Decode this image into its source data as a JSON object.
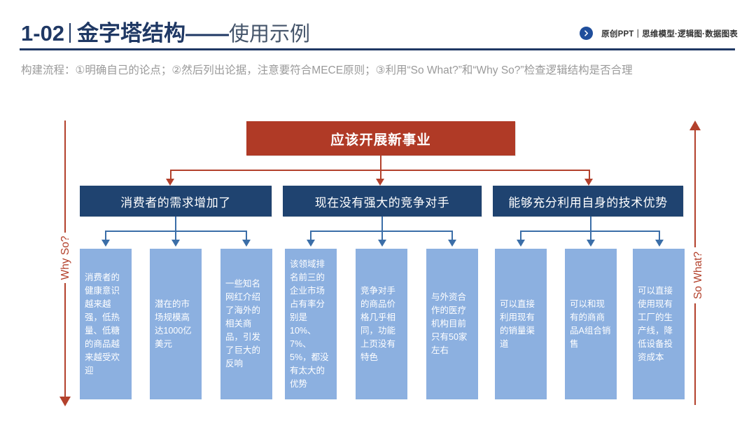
{
  "header": {
    "title_number": "1-02",
    "title_main": "金字塔结构——",
    "title_sub": "使用示例",
    "badge_text": "原创PPT｜思维模型·逻辑图·数据图表",
    "badge_icon": "chevron-right-circle-icon",
    "accent_navy": "#1F3864",
    "accent_red": "#B03A26"
  },
  "description": "构建流程：①明确自己的论点；②然后列出论据，注意要符合MECE原则；③利用“So What?”和“Why So?”检查逻辑结构是否合理",
  "side_labels": {
    "left": "Why So?",
    "right": "So What?"
  },
  "pyramid": {
    "conclusion": "应该开展新事业",
    "branches": [
      {
        "heading": "消费者的需求增加了",
        "evidence": [
          "消费者的健康意识越来越强，低热量、低糖的商品越来越受欢迎",
          "潜在的市场规模高达1000亿美元",
          "一些知名网红介绍了海外的相关商品，引发了巨大的反响"
        ]
      },
      {
        "heading": "现在没有强大的竞争对手",
        "evidence": [
          "该领域排名前三的企业市场占有率分别是10%、7%、5%，都没有太大的优势",
          "竞争对手的商品价格几乎相同，功能上页没有特色",
          "与外资合作的医疗机构目前只有50家左右"
        ]
      },
      {
        "heading": "能够充分利用自身的技术优势",
        "evidence": [
          "可以直接利用现有的销量渠道",
          "可以和现有的商商品A组合销售",
          "可以直接使用现有工厂的生产线，降低设备投资成本"
        ]
      }
    ]
  }
}
